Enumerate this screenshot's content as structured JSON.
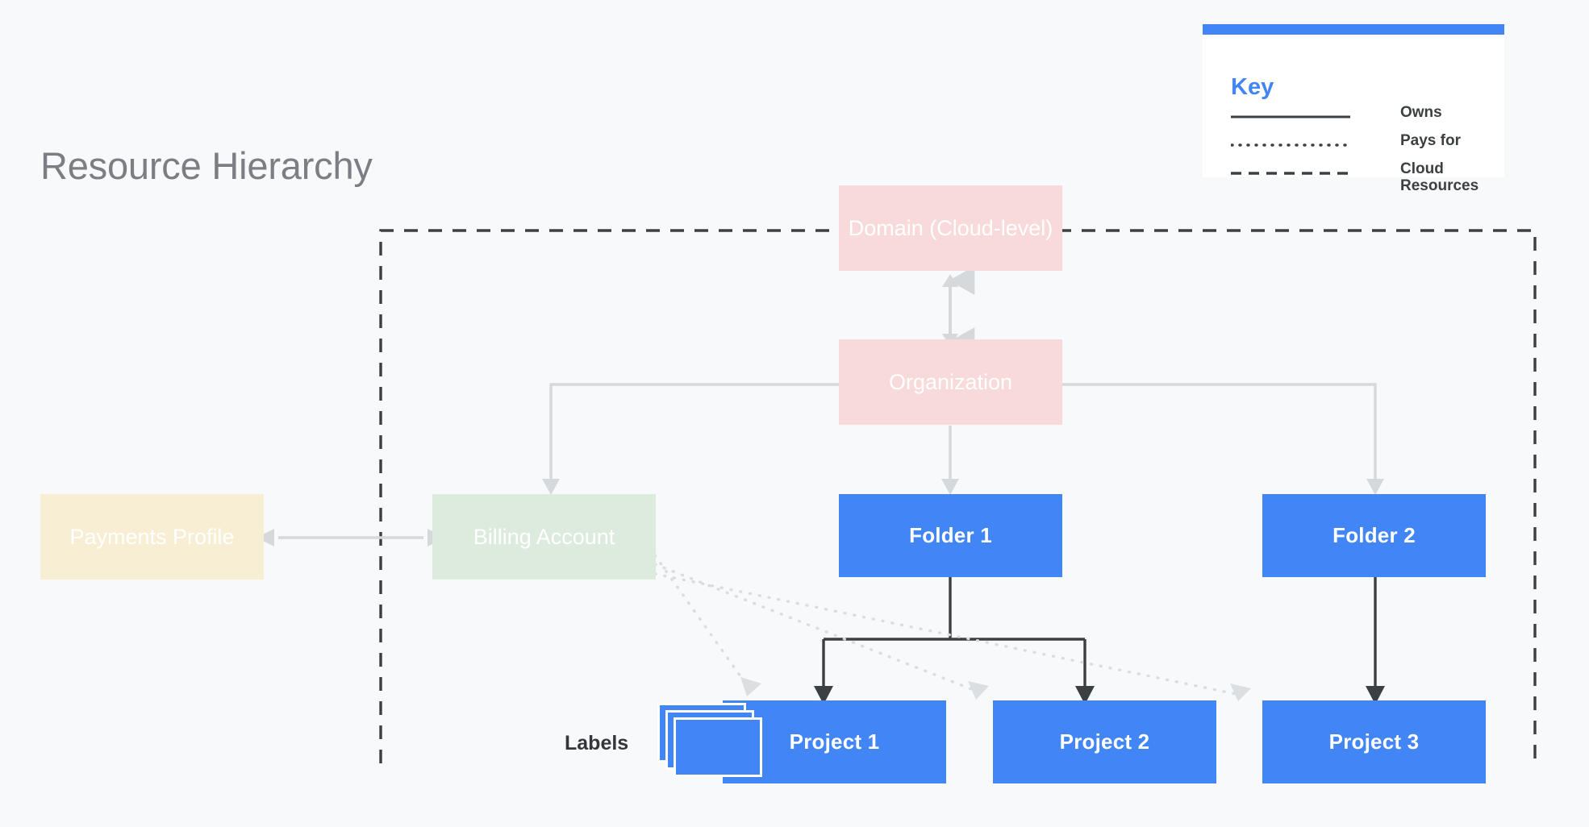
{
  "diagram": {
    "title": "Resource Hierarchy",
    "type": "hierarchy-diagram",
    "background_color": "#f7f9fa",
    "colors": {
      "blue": "#4285f4",
      "pink": "#f8dada",
      "green": "#dcebdd",
      "cream": "#f8eed3",
      "title_gray": "#7b7f83",
      "dark_line": "#3c4043",
      "light_line": "#d6d9dc",
      "dotted_line": "#d9dcdf"
    }
  },
  "nodes": {
    "domain": {
      "label": "Domain (Cloud-level)",
      "color": "#f8dada",
      "text_color": "#ffffff"
    },
    "organization": {
      "label": "Organization",
      "color": "#f8dada",
      "text_color": "#ffffff"
    },
    "payments_profile": {
      "label": "Payments Profile",
      "color": "#f8eed3",
      "text_color": "#ffffff"
    },
    "billing_account": {
      "label": "Billing Account",
      "color": "#dcebdd",
      "text_color": "#ffffff"
    },
    "folder1": {
      "label": "Folder 1",
      "color": "#4285f4",
      "text_color": "#ffffff"
    },
    "folder2": {
      "label": "Folder 2",
      "color": "#4285f4",
      "text_color": "#ffffff"
    },
    "project1": {
      "label": "Project 1",
      "color": "#4285f4",
      "text_color": "#ffffff"
    },
    "project2": {
      "label": "Project 2",
      "color": "#4285f4",
      "text_color": "#ffffff"
    },
    "project3": {
      "label": "Project 3",
      "color": "#4285f4",
      "text_color": "#ffffff"
    }
  },
  "labels_marker": {
    "text": "Labels",
    "icon": "stacked-cards-icon",
    "color": "#4285f4"
  },
  "key": {
    "title": "Key",
    "title_color": "#4285f4",
    "accent_color": "#4285f4",
    "rows": [
      {
        "style": "solid",
        "label": "Owns"
      },
      {
        "style": "dotted",
        "label": "Pays for"
      },
      {
        "style": "dashed",
        "label": "Cloud\nResources"
      }
    ]
  },
  "edges": [
    {
      "from": "domain",
      "to": "organization",
      "style": "solid-gray",
      "arrows": "both"
    },
    {
      "from": "organization",
      "to": "billing_account",
      "style": "solid-gray",
      "arrows": "to"
    },
    {
      "from": "organization",
      "to": "folder1",
      "style": "solid-gray",
      "arrows": "to"
    },
    {
      "from": "organization",
      "to": "folder2",
      "style": "solid-gray",
      "arrows": "to"
    },
    {
      "from": "payments_profile",
      "to": "billing_account",
      "style": "solid-gray",
      "arrows": "both"
    },
    {
      "from": "folder1",
      "to": "project1",
      "style": "solid-dark",
      "arrows": "to"
    },
    {
      "from": "folder1",
      "to": "project2",
      "style": "solid-dark",
      "arrows": "to"
    },
    {
      "from": "folder2",
      "to": "project3",
      "style": "solid-dark",
      "arrows": "to"
    },
    {
      "from": "billing_account",
      "to": "project1",
      "style": "dotted",
      "arrows": "to"
    },
    {
      "from": "billing_account",
      "to": "project2",
      "style": "dotted",
      "arrows": "to"
    },
    {
      "from": "billing_account",
      "to": "project3",
      "style": "dotted",
      "arrows": "to"
    }
  ],
  "cloud_boundary": {
    "style": "dashed",
    "color": "#3c4043",
    "meaning": "Cloud Resources"
  }
}
